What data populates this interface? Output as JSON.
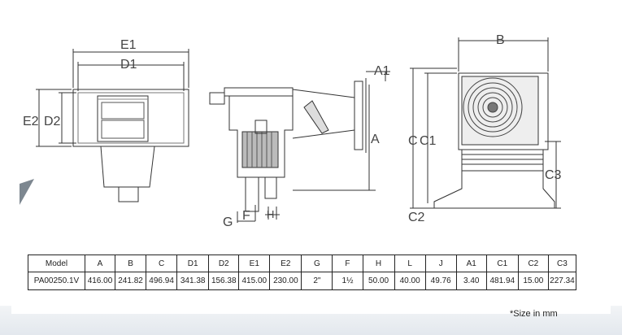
{
  "diagram": {
    "front_view": {
      "labels": [
        "E1",
        "D1",
        "E2",
        "D2"
      ]
    },
    "side_view": {
      "labels": [
        "A1",
        "A",
        "G",
        "F",
        "H"
      ]
    },
    "back_view": {
      "labels": [
        "B",
        "C",
        "C1",
        "C3",
        "C2"
      ]
    }
  },
  "table": {
    "headers": [
      "Model",
      "A",
      "B",
      "C",
      "D1",
      "D2",
      "E1",
      "E2",
      "G",
      "F",
      "H",
      "L",
      "J",
      "A1",
      "C1",
      "C2",
      "C3"
    ],
    "rows": [
      [
        "PA00250.1V",
        "416.00",
        "241.82",
        "496.94",
        "341.38",
        "156.38",
        "415.00",
        "230.00",
        "2\"",
        "1½",
        "50.00",
        "40.00",
        "49.76",
        "3.40",
        "481.94",
        "15.00",
        "227.34"
      ]
    ]
  },
  "note": "*Size in mm"
}
